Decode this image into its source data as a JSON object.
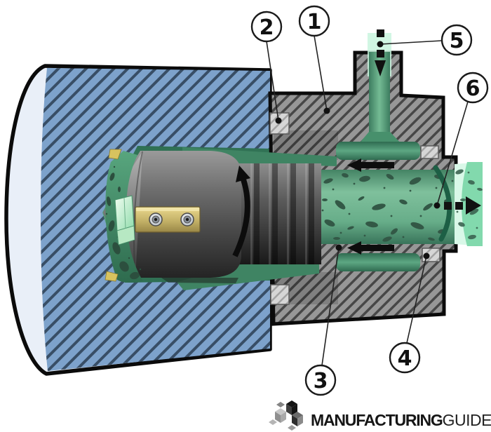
{
  "diagram": {
    "type": "technical-cross-section",
    "subject": "Ejector deep hole drilling tool in workpiece with coolant and chip flow",
    "callouts": {
      "c1": {
        "label": "1"
      },
      "c2": {
        "label": "2"
      },
      "c3": {
        "label": "3"
      },
      "c4": {
        "label": "4"
      },
      "c5": {
        "label": "5"
      },
      "c6": {
        "label": "6"
      }
    },
    "icons": {
      "rotation_arrow": "curved-arrow-counterclockwise",
      "coolant_flow_arrows": "solid-left-arrows",
      "inlet_flow_arrow": "dashed-down-arrow",
      "outlet_flow_arrow": "dashed-right-arrow"
    },
    "colors": {
      "workpiece_hatch_blue": "#7da2cb",
      "workpiece_face": "#e9eff8",
      "housing_hatch_gray": "#979797",
      "coolant_green": "#4f9a76",
      "chip_dark_green": "#335846",
      "exit_light_green": "#d9f8e8",
      "tool_gray": "#4a4a4a",
      "cartridge_tan": "#c4b268",
      "outline_black": "#0b0b0b"
    }
  },
  "logo": {
    "brand_bold": "MANUFACTURING",
    "brand_light": "GUIDE"
  }
}
